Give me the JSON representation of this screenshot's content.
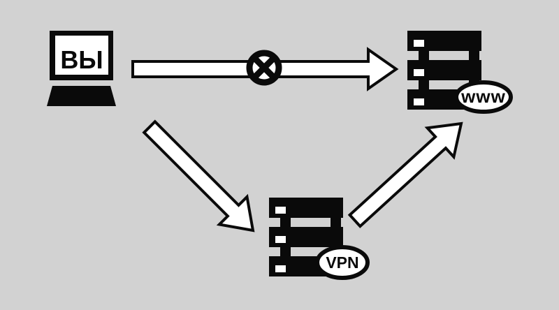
{
  "colors": {
    "background": "#d2d2d2",
    "ink": "#0a0a0a",
    "paper": "#ffffff"
  },
  "nodes": {
    "you": {
      "label": "ВЫ",
      "icon": "laptop-icon"
    },
    "www": {
      "label": "www",
      "icon": "server-icon"
    },
    "vpn": {
      "label": "VPN",
      "icon": "server-icon"
    }
  },
  "edges": [
    {
      "from": "you",
      "to": "www",
      "status": "blocked",
      "icon": "blocked-x-icon"
    },
    {
      "from": "you",
      "to": "vpn",
      "status": "allowed"
    },
    {
      "from": "vpn",
      "to": "www",
      "status": "allowed"
    }
  ]
}
